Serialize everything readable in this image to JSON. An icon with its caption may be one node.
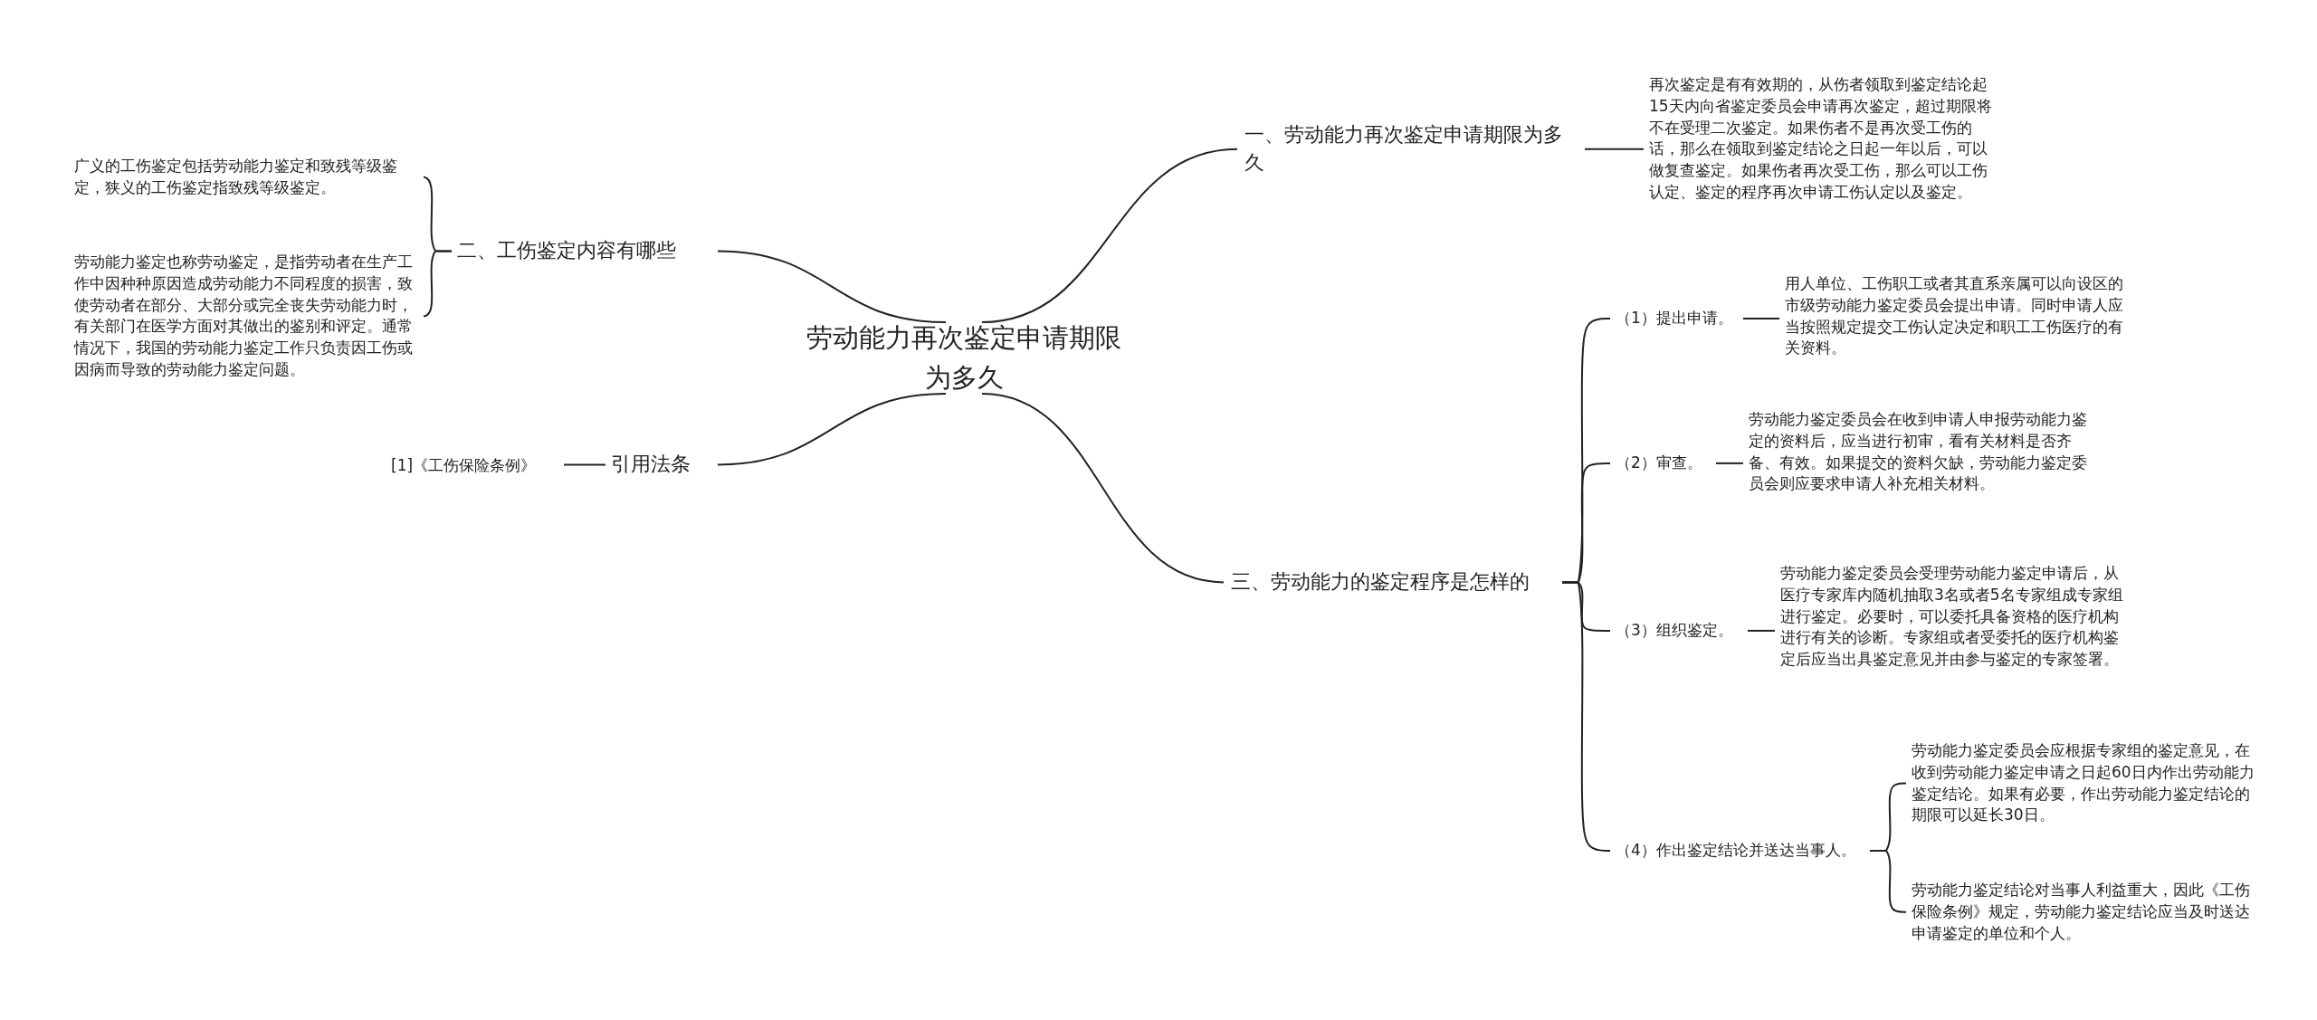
{
  "diagram": {
    "nodes": [
      {
        "text": [
          "劳动能力再次鉴定申请期限为多久"
        ]
      },
      {
        "text": [
          "二、工伤鉴定内容有哪些"
        ]
      },
      {
        "text": [
          "广义的工伤鉴定包括劳动能力鉴定和致残等级鉴定，狭义的工伤鉴定指致残等级鉴定。"
        ]
      },
      {
        "text": [
          "劳动能力鉴定也称劳动鉴定，是指劳动者在生产工作中因种种原因造成劳动能力不同程度的损害，致使劳动者在部分、大部分或完全丧失劳动能力时，有关部门在医学方面对其做出的鉴别和评定。通常情况下，我国的劳动能力鉴定工作只负责因工伤或因病而导致的劳动能力鉴定问题。"
        ]
      },
      {
        "text": [
          "引用法条"
        ]
      },
      {
        "text": [
          "[1]《工伤保险条例》"
        ]
      },
      {
        "text": [
          "一、劳动能力再次鉴定申请期限为多久"
        ]
      },
      {
        "text": [
          "再次鉴定是有有效期的，从伤者领取到鉴定结论起15天内向省鉴定委员会申请再次鉴定，超过期限将不在受理二次鉴定。如果伤者不是再次受工伤的话，那么在领取到鉴定结论之日起一年以后，可以做复查鉴定。如果伤者再次受工伤，那么可以工伤认定、鉴定的程序再次申请工伤认定以及鉴定。"
        ]
      },
      {
        "text": [
          "三、劳动能力的鉴定程序是怎样的"
        ]
      },
      {
        "text": [
          "（1）提出申请。"
        ]
      },
      {
        "text": [
          "用人单位、工伤职工或者其直系亲属可以向设区的市级劳动能力鉴定委员会提出申请。同时申请人应当按照规定提交工伤认定决定和职工工伤医疗的有关资料。"
        ]
      },
      {
        "text": [
          "（2）审查。"
        ]
      },
      {
        "text": [
          "劳动能力鉴定委员会在收到申请人申报劳动能力鉴定的资料后，应当进行初审，看有关材料是否齐备、有效。如果提交的资料欠缺，劳动能力鉴定委员会则应要求申请人补充相关材料。"
        ]
      },
      {
        "text": [
          "（3）组织鉴定。"
        ]
      },
      {
        "text": [
          "劳动能力鉴定委员会受理劳动能力鉴定申请后，从医疗专家库内随机抽取3名或者5名专家组成专家组进行鉴定。必要时，可以委托具备资格的医疗机构进行有关的诊断。专家组或者受委托的医疗机构鉴定后应当出具鉴定意见并由参与鉴定的专家签署。"
        ]
      },
      {
        "text": [
          "（4）作出鉴定结论并送达当事人。"
        ]
      },
      {
        "text": [
          "劳动能力鉴定委员会应根据专家组的鉴定意见，在收到劳动能力鉴定申请之日起60日内作出劳动能力鉴定结论。如果有必要，作出劳动能力鉴定结论的期限可以延长30日。"
        ]
      },
      {
        "text": [
          "劳动能力鉴定结论对当事人利益重大，因此《工伤保险条例》规定，劳动能力鉴定结论应当及时送达申请鉴定的单位和个人。"
        ]
      }
    ],
    "edges": [
      {
        "from": 0,
        "to": 1,
        "arrow": "none"
      },
      {
        "from": 1,
        "to": 2,
        "arrow": "none"
      },
      {
        "from": 1,
        "to": 3,
        "arrow": "none"
      },
      {
        "from": 0,
        "to": 4,
        "arrow": "none"
      },
      {
        "from": 4,
        "to": 5,
        "arrow": "none"
      },
      {
        "from": 0,
        "to": 6,
        "arrow": "none"
      },
      {
        "from": 6,
        "to": 7,
        "arrow": "none"
      },
      {
        "from": 0,
        "to": 8,
        "arrow": "none"
      },
      {
        "from": 8,
        "to": 9,
        "arrow": "none"
      },
      {
        "from": 9,
        "to": 10,
        "arrow": "none"
      },
      {
        "from": 8,
        "to": 11,
        "arrow": "none"
      },
      {
        "from": 11,
        "to": 12,
        "arrow": "none"
      },
      {
        "from": 8,
        "to": 13,
        "arrow": "none"
      },
      {
        "from": 13,
        "to": 14,
        "arrow": "none"
      },
      {
        "from": 8,
        "to": 15,
        "arrow": "none"
      },
      {
        "from": 15,
        "to": 16,
        "arrow": "none"
      },
      {
        "from": 15,
        "to": 17,
        "arrow": "none"
      }
    ]
  }
}
